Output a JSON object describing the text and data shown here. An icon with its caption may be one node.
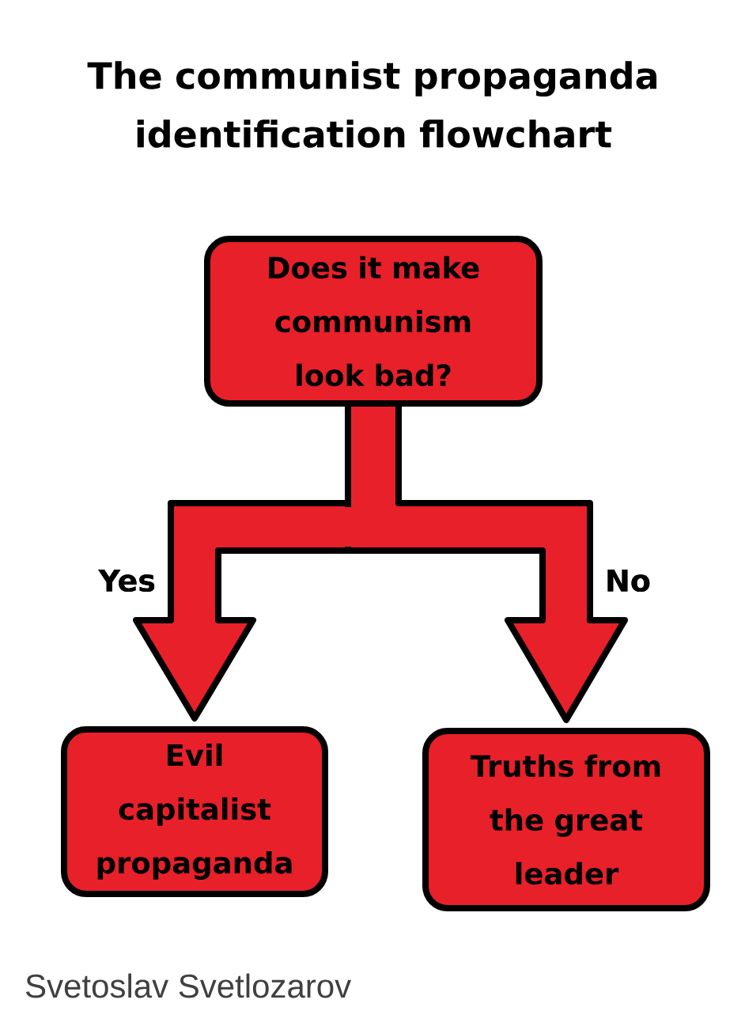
{
  "diagram": {
    "title": "The communist propaganda identification flowchart",
    "nodes": [
      {
        "text": [
          "Does it make communism look bad?"
        ]
      },
      {
        "text": [
          "Evil capitalist propaganda"
        ]
      },
      {
        "text": [
          "Truths from the great leader"
        ]
      }
    ],
    "edges": [
      {
        "from": 0,
        "to": 1,
        "arrow": "to",
        "label": "Yes"
      },
      {
        "from": 0,
        "to": 2,
        "arrow": "to",
        "label": "No"
      }
    ],
    "labels": [
      "Svetoslav Svetlozarov"
    ]
  }
}
